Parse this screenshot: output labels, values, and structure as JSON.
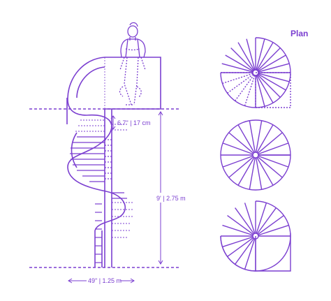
{
  "colors": {
    "stroke": "#7b3fd0",
    "accent": "#7b3fd0",
    "background": "#ffffff"
  },
  "plan": {
    "title": "Plan"
  },
  "dimensions": {
    "riser": "6.7\" | 17 cm",
    "height": "9' | 2.75 m",
    "width": "49\" | 1.25 m"
  }
}
